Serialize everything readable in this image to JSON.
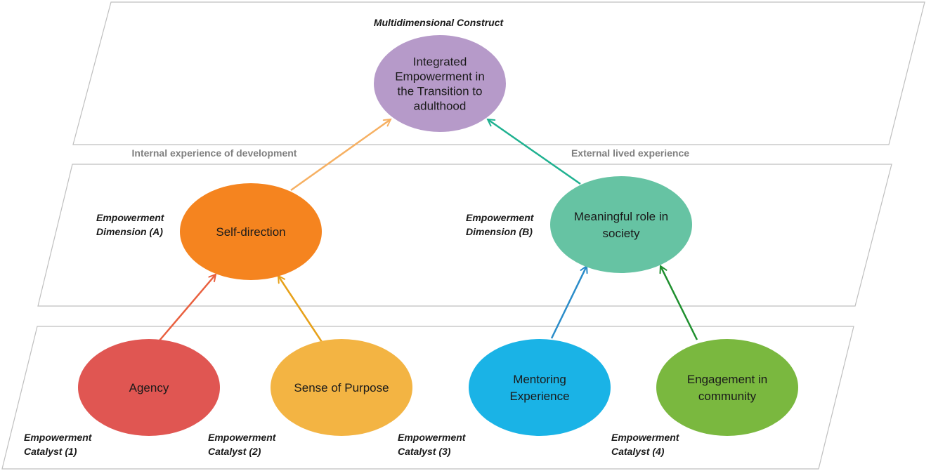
{
  "title": "Multidimensional  Construct",
  "section_labels": {
    "left": "Internal experience of development",
    "right": "External lived experience"
  },
  "nodes": {
    "integrated": {
      "lines": [
        "Integrated",
        "Empowerment in",
        "the Transition to",
        "adulthood"
      ],
      "color": "#b69ac9"
    },
    "self_direction": {
      "lines": [
        "Self-direction"
      ],
      "color": "#f5841f"
    },
    "meaningful_role": {
      "lines": [
        "Meaningful role in",
        "society"
      ],
      "color": "#66c3a3"
    },
    "agency": {
      "lines": [
        "Agency"
      ],
      "color": "#e05652"
    },
    "sense_of_purpose": {
      "lines": [
        "Sense of Purpose"
      ],
      "color": "#f3b443"
    },
    "mentoring": {
      "lines": [
        "Mentoring",
        "Experience"
      ],
      "color": "#1ab3e6"
    },
    "engagement": {
      "lines": [
        "Engagement in",
        "community"
      ],
      "color": "#7ab83f"
    }
  },
  "dimension_labels": {
    "a": [
      "Empowerment",
      "Dimension (A)"
    ],
    "b": [
      "Empowerment",
      "Dimension (B)"
    ]
  },
  "catalyst_labels": {
    "c1": [
      "Empowerment",
      "Catalyst (1)"
    ],
    "c2": [
      "Empowerment",
      "Catalyst (2)"
    ],
    "c3": [
      "Empowerment",
      "Catalyst (3)"
    ],
    "c4": [
      "Empowerment",
      "Catalyst (4)"
    ]
  },
  "arrows": {
    "self_to_integrated": "#f6b062",
    "role_to_integrated": "#1fb190",
    "agency_to_self": "#e9603f",
    "purpose_to_self": "#e7a11a",
    "mentoring_to_role": "#2a8cc9",
    "engagement_to_role": "#1e8f2e"
  }
}
